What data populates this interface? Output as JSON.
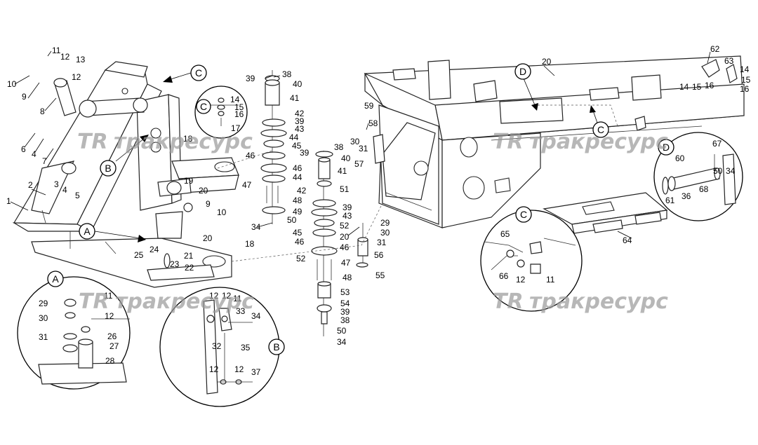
{
  "watermark": {
    "logo": "TR",
    "text": "тракресурс"
  },
  "callouts": {
    "A_main": "A",
    "B_main": "B",
    "C_main": "C",
    "C_right": "C",
    "D_top": "D",
    "A_detail": "A",
    "B_detail": "B",
    "C_detail": "C",
    "C_small": "C",
    "D_detail": "D"
  },
  "parts": {
    "p1": "1",
    "p2": "2",
    "p3": "3",
    "p4a": "4",
    "p4b": "4",
    "p5": "5",
    "p6": "6",
    "p7": "7",
    "p8": "8",
    "p9a": "9",
    "p9b": "9",
    "p10a": "10",
    "p10b": "10",
    "p11a": "11",
    "p12a": "12",
    "p12b": "12",
    "p13": "13",
    "p14a": "14",
    "p15a": "15",
    "p16a": "16",
    "p17": "17",
    "p18a": "18",
    "p18b": "18",
    "p19": "19",
    "p20a": "20",
    "p20b": "20",
    "p20c": "20",
    "p20d": "20",
    "p21": "21",
    "p22": "22",
    "p23": "23",
    "p24": "24",
    "p25": "25",
    "p38a": "38",
    "p40a": "40",
    "p39a": "39",
    "p41a": "41",
    "p42a": "42",
    "p39b": "39",
    "p43a": "43",
    "p44a": "44",
    "p45a": "45",
    "p46a": "46",
    "p46b": "46",
    "p44b": "44",
    "p47a": "47",
    "p48a": "48",
    "p49": "49",
    "p50a": "50",
    "p34a": "34",
    "p38b": "38",
    "p39c": "39",
    "p40b": "40",
    "p41b": "41",
    "p51": "51",
    "p42b": "42",
    "p39d": "39",
    "p43b": "43",
    "p52a": "52",
    "p45b": "45",
    "p46c": "46",
    "p46d": "46",
    "p52b": "52",
    "p47b": "47",
    "p48b": "48",
    "p53": "53",
    "p54": "54",
    "p39e": "39",
    "p38c": "38",
    "p50b": "50",
    "p34b": "34",
    "p29a": "29",
    "p30a": "30",
    "p31a": "31",
    "p56": "56",
    "p55": "55",
    "p58": "58",
    "p30b": "30",
    "p31b": "31",
    "p57": "57",
    "p59": "59",
    "p62": "62",
    "p63": "63",
    "p14b": "14",
    "p15b": "15",
    "p16b": "16",
    "p14c": "14",
    "p15c": "15",
    "p16c": "16",
    "p67": "67",
    "p60": "60",
    "p50c": "50",
    "p34c": "34",
    "p36": "36",
    "p68": "68",
    "p61": "61",
    "p64": "64",
    "p65": "65",
    "p66": "66",
    "p12c": "12",
    "p11b": "11",
    "pA29": "29",
    "pA11": "11",
    "pA30": "30",
    "pA12": "12",
    "pA31": "31",
    "pA26": "26",
    "pA27": "27",
    "pA28": "28",
    "pB12a": "12",
    "pB12b": "12",
    "pB11": "11",
    "pB33": "33",
    "pB34": "34",
    "pB32": "32",
    "pB35": "35",
    "pB12c": "12",
    "pB12d": "12",
    "pB37": "37"
  }
}
